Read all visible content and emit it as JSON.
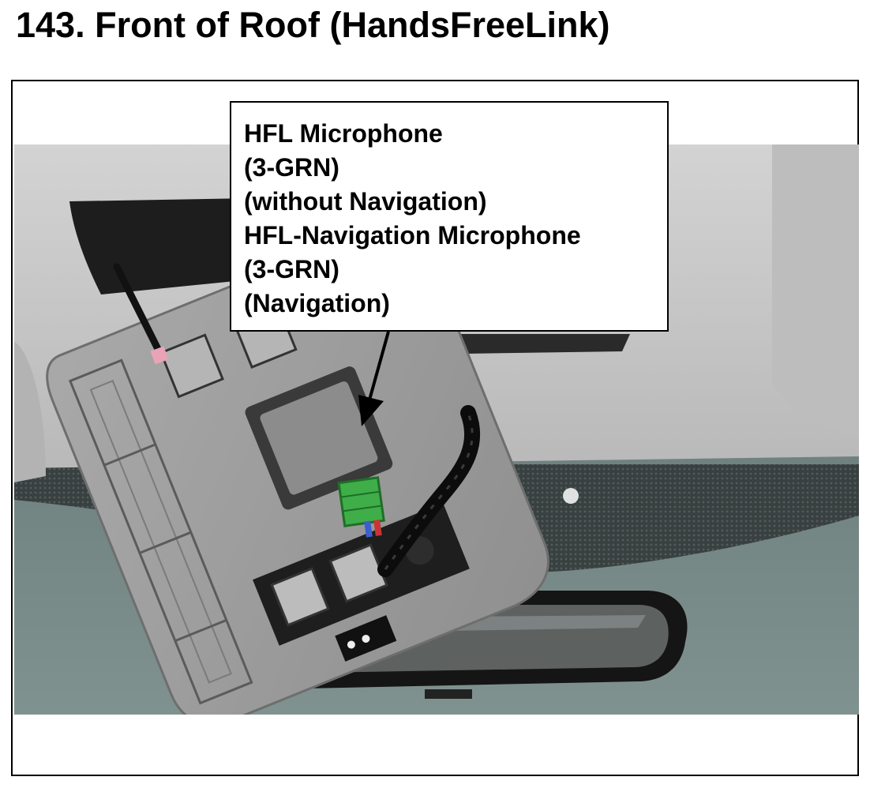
{
  "page": {
    "title": "143.  Front of Roof (HandsFreeLink)"
  },
  "callout": {
    "lines": [
      "HFL Microphone",
      "(3-GRN)",
      "(without Navigation)",
      "HFL-Navigation Microphone",
      "(3-GRN)",
      "(Navigation)"
    ]
  },
  "colors": {
    "connector": "#3fae49",
    "headliner": "#c9c9c9",
    "windshield": "#6e817f"
  }
}
